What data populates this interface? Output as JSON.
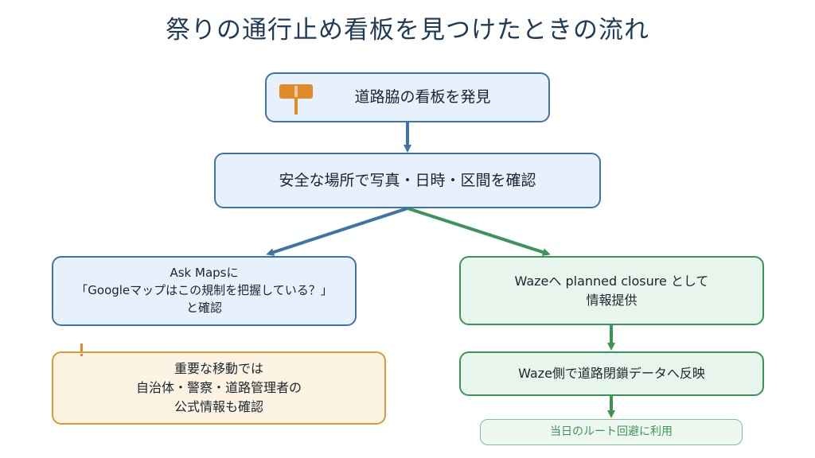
{
  "title": "祭りの通行止め看板を見つけたときの流れ",
  "nodes": {
    "discover": "道路脇の看板を発見",
    "confirm": "安全な場所で写真・日時・区間を確認",
    "ask_maps": "Ask Mapsに\n「Googleマップはこの規制を把握している？」\nと確認",
    "waze_report": "Wazeへ planned closure として\n情報提供",
    "important": "重要な移動では\n自治体・警察・道路管理者の\n公式情報も確認",
    "waze_reflect": "Waze側で道路閉鎖データへ反映",
    "use": "当日のルート回避に利用"
  },
  "colors": {
    "blue": "#3f74a6",
    "green": "#3b9556",
    "orange": "#dc9a36",
    "title": "#1f3b57"
  },
  "icons": [
    "sign-icon",
    "warning-icon"
  ]
}
